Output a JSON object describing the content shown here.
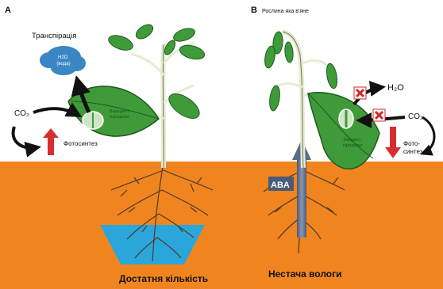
{
  "panel_a": {
    "letter": "A",
    "transpiration": "Транспірація",
    "h2o_cloud": [
      "H2O",
      "(вода)"
    ],
    "co2": "CO₂",
    "photosynthesis": "Фотосинтез",
    "stomata": [
      "Відкриті",
      "продихи"
    ],
    "caption": "Достатня кількість"
  },
  "panel_b": {
    "letter": "B",
    "title": "Рослина яка в'яне",
    "h2o": "H₂O",
    "co2": "CO₂",
    "photosynthesis": [
      "Фото-",
      "синтез"
    ],
    "stomata": [
      "Закриті",
      "продихи"
    ],
    "aba": "ABA",
    "caption": "Нестача вологи"
  },
  "colors": {
    "soil": "#f0851f",
    "water": "#2aa6db",
    "leaf": "#3f9b3a",
    "stem": "#e7ecd2",
    "arrow_red": "#d62f2f",
    "cloud": "#3b86c4"
  }
}
